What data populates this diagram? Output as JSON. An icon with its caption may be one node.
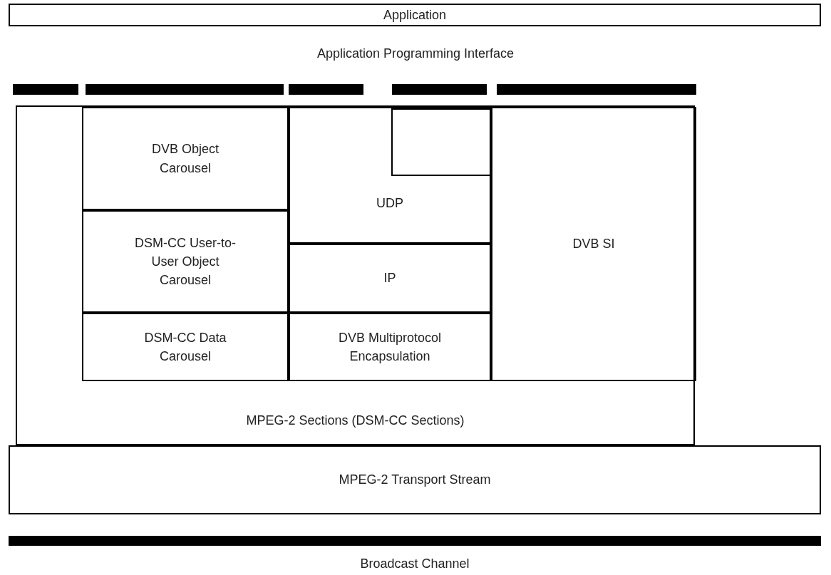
{
  "diagram": {
    "nodes": [
      {
        "text": [
          "Application"
        ]
      },
      {
        "text": [],
        "shape": "bar"
      },
      {
        "text": [],
        "shape": "bar"
      },
      {
        "text": [],
        "shape": "bar"
      },
      {
        "text": [],
        "shape": "bar"
      },
      {
        "text": [],
        "shape": "bar"
      },
      {
        "text": [
          "MPEG-2 Sections (DSM-CC Sections)"
        ]
      },
      {
        "text": [
          "DVB Object Carousel"
        ],
        "in": 6
      },
      {
        "text": [
          "UDP"
        ],
        "in": 6
      },
      {
        "text": [],
        "shape": "box",
        "in": 8
      },
      {
        "text": [
          "DVB SI"
        ],
        "in": 6
      },
      {
        "text": [
          "DSM-CC User-to-User Object Carousel"
        ],
        "in": 6
      },
      {
        "text": [
          "IP"
        ],
        "in": 6
      },
      {
        "text": [
          "DSM-CC Data Carousel"
        ],
        "in": 6
      },
      {
        "text": [
          "DVB Multiprotocol Encapsulation"
        ],
        "in": 6
      },
      {
        "text": [
          "MPEG-2 Transport Stream"
        ]
      },
      {
        "text": [
          "Broadcast Channel"
        ]
      }
    ],
    "labels": [
      "Application Programming Interface"
    ]
  }
}
